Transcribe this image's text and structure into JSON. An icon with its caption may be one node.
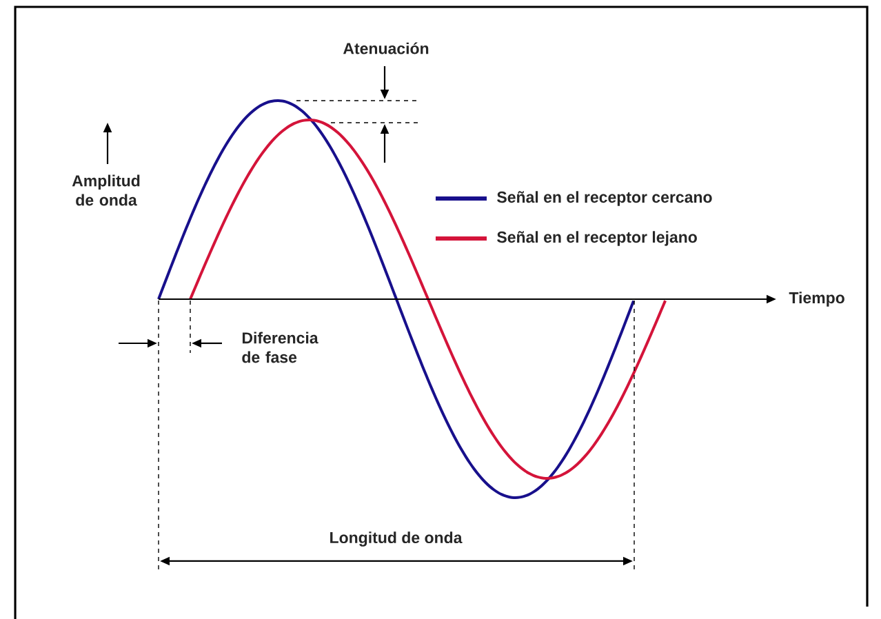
{
  "diagram": {
    "labels": [
      "Atenuación",
      "Amplitud de onda",
      "Tiempo",
      "Diferencia de fase",
      "Longitud de onda"
    ],
    "legend": [
      {
        "text": "Señal en el receptor cercano",
        "color": "#18108c"
      },
      {
        "text": "Señal en el receptor lejano",
        "color": "#d4143a"
      }
    ]
  }
}
